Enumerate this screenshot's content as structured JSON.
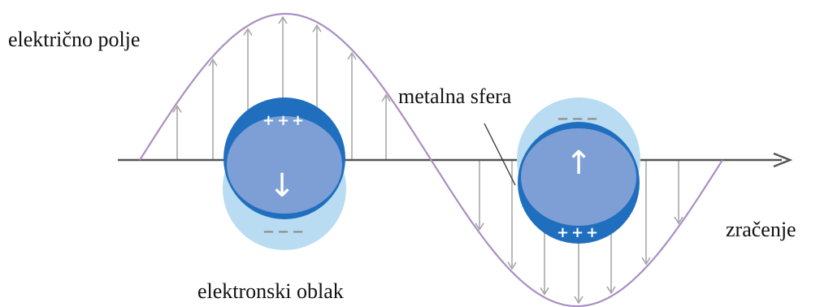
{
  "labels": {
    "electric_field": "električno polje",
    "metal_sphere": "metalna sfera",
    "radiation": "zračenje",
    "electron_cloud": "elektronski oblak"
  },
  "charges": {
    "left_top": "+++",
    "left_bottom": "−−−",
    "right_top": "−−−",
    "right_bottom": "+++"
  },
  "symbols": {
    "left_sphere_arrow": "↓",
    "right_sphere_arrow": "↑"
  },
  "colors": {
    "wave": "#a98fc4",
    "field_arrows": "#a8a8a8",
    "axis": "#555555",
    "sphere_core": "#7d9fd6",
    "sphere_dense": "#1f6fbe",
    "sphere_light": "#b9dcf2",
    "text": "#111111"
  }
}
